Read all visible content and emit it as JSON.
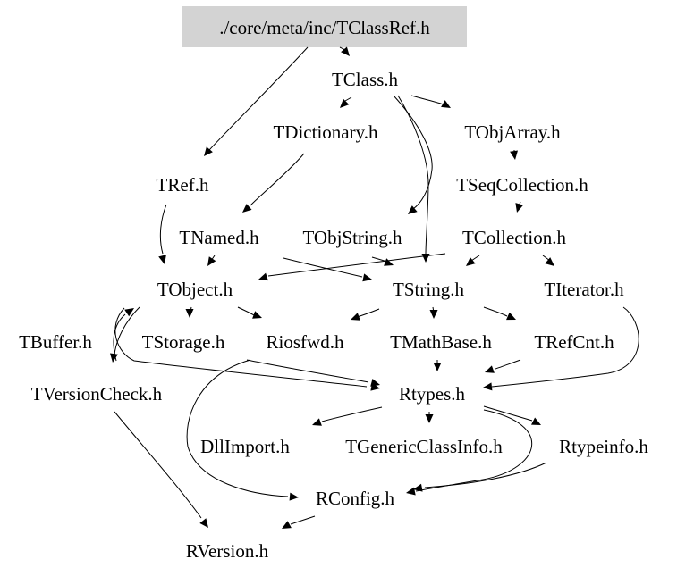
{
  "graph": {
    "root": "./core/meta/inc/TClassRef.h",
    "nodes": [
      {
        "id": "tclassref",
        "label": "./core/meta/inc/TClassRef.h",
        "root": true
      },
      {
        "id": "tclass",
        "label": "TClass.h"
      },
      {
        "id": "tdictionary",
        "label": "TDictionary.h"
      },
      {
        "id": "tobjarray",
        "label": "TObjArray.h"
      },
      {
        "id": "tref",
        "label": "TRef.h"
      },
      {
        "id": "tseqcollection",
        "label": "TSeqCollection.h"
      },
      {
        "id": "tnamed",
        "label": "TNamed.h"
      },
      {
        "id": "tobjstring",
        "label": "TObjString.h"
      },
      {
        "id": "tcollection",
        "label": "TCollection.h"
      },
      {
        "id": "tobject",
        "label": "TObject.h"
      },
      {
        "id": "tstring",
        "label": "TString.h"
      },
      {
        "id": "titerator",
        "label": "TIterator.h"
      },
      {
        "id": "tbuffer",
        "label": "TBuffer.h"
      },
      {
        "id": "tstorage",
        "label": "TStorage.h"
      },
      {
        "id": "riosfwd",
        "label": "Riosfwd.h"
      },
      {
        "id": "tmathbase",
        "label": "TMathBase.h"
      },
      {
        "id": "trefcnt",
        "label": "TRefCnt.h"
      },
      {
        "id": "tversioncheck",
        "label": "TVersionCheck.h"
      },
      {
        "id": "rtypes",
        "label": "Rtypes.h"
      },
      {
        "id": "dllimport",
        "label": "DllImport.h"
      },
      {
        "id": "tgenericclassinfo",
        "label": "TGenericClassInfo.h"
      },
      {
        "id": "rtypeinfo",
        "label": "Rtypeinfo.h"
      },
      {
        "id": "rconfig",
        "label": "RConfig.h"
      },
      {
        "id": "rversion",
        "label": "RVersion.h"
      }
    ],
    "edges": [
      {
        "from": "tclassref",
        "to": "tclass"
      },
      {
        "from": "tclassref",
        "to": "tref"
      },
      {
        "from": "tclass",
        "to": "tdictionary"
      },
      {
        "from": "tclass",
        "to": "tobjarray"
      },
      {
        "from": "tclass",
        "to": "tobjstring"
      },
      {
        "from": "tclass",
        "to": "tstring"
      },
      {
        "from": "tdictionary",
        "to": "tnamed"
      },
      {
        "from": "tobjarray",
        "to": "tseqcollection"
      },
      {
        "from": "tseqcollection",
        "to": "tcollection"
      },
      {
        "from": "tref",
        "to": "tobject"
      },
      {
        "from": "tnamed",
        "to": "tobject"
      },
      {
        "from": "tnamed",
        "to": "tstring"
      },
      {
        "from": "tobjstring",
        "to": "tstring"
      },
      {
        "from": "tcollection",
        "to": "tobject"
      },
      {
        "from": "tcollection",
        "to": "tstring"
      },
      {
        "from": "tcollection",
        "to": "titerator"
      },
      {
        "from": "tobject",
        "to": "tstorage"
      },
      {
        "from": "tobject",
        "to": "riosfwd"
      },
      {
        "from": "tobject",
        "to": "tversioncheck"
      },
      {
        "from": "tobject",
        "to": "rtypes"
      },
      {
        "from": "tbuffer",
        "to": "tobject"
      },
      {
        "from": "tstring",
        "to": "riosfwd"
      },
      {
        "from": "tstring",
        "to": "tmathbase"
      },
      {
        "from": "tstring",
        "to": "trefcnt"
      },
      {
        "from": "titerator",
        "to": "rtypes"
      },
      {
        "from": "tstorage",
        "to": "rtypes"
      },
      {
        "from": "riosfwd",
        "to": "rconfig"
      },
      {
        "from": "tmathbase",
        "to": "rtypes"
      },
      {
        "from": "trefcnt",
        "to": "rtypes"
      },
      {
        "from": "rtypes",
        "to": "dllimport"
      },
      {
        "from": "rtypes",
        "to": "tgenericclassinfo"
      },
      {
        "from": "rtypes",
        "to": "rtypeinfo"
      },
      {
        "from": "rtypes",
        "to": "rconfig"
      },
      {
        "from": "rtypeinfo",
        "to": "rconfig"
      },
      {
        "from": "tversioncheck",
        "to": "rversion"
      },
      {
        "from": "rconfig",
        "to": "rversion"
      }
    ]
  },
  "colors": {
    "root_fill": "#d3d3d3",
    "edge": "#000000",
    "text": "#000000",
    "background": "#ffffff"
  }
}
